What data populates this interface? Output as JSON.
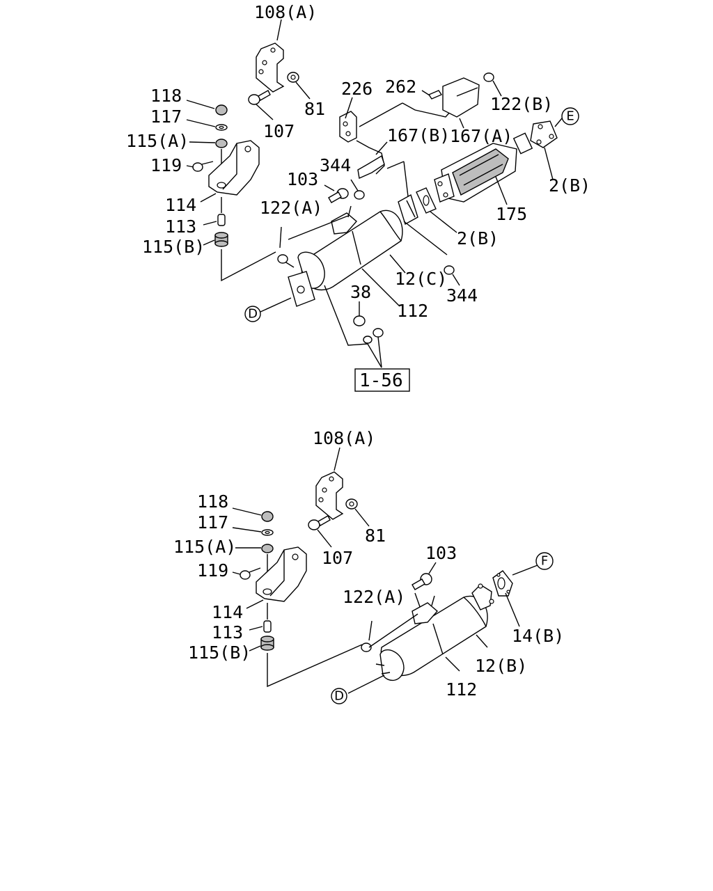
{
  "upper": {
    "labels": {
      "l108a": "108(A)",
      "l118": "118",
      "l117": "117",
      "l115a": "115(A)",
      "l119": "119",
      "l81": "81",
      "l107": "107",
      "l114": "114",
      "l113": "113",
      "l115b": "115(B)",
      "l226": "226",
      "l262": "262",
      "l122b": "122(B)",
      "l167b": "167(B)",
      "l167a": "167(A)",
      "l344a": "344",
      "l103": "103",
      "l122a": "122(A)",
      "l2b_top": "2(B)",
      "l175": "175",
      "l2b_mid": "2(B)",
      "l12c": "12(C)",
      "l344b": "344",
      "l38": "38",
      "l112": "112",
      "lref": "1-56"
    },
    "refs": {
      "E": "E",
      "D": "D"
    }
  },
  "lower": {
    "labels": {
      "l108a": "108(A)",
      "l118": "118",
      "l117": "117",
      "l115a": "115(A)",
      "l119": "119",
      "l81": "81",
      "l107": "107",
      "l103": "103",
      "l122a": "122(A)",
      "l114": "114",
      "l113": "113",
      "l115b": "115(B)",
      "l14b": "14(B)",
      "l12b": "12(B)",
      "l112": "112"
    },
    "refs": {
      "F": "F",
      "D": "D"
    }
  }
}
